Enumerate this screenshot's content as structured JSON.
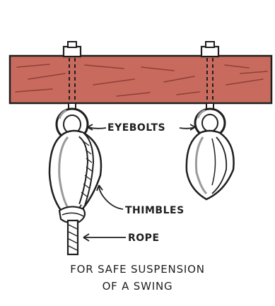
{
  "labels": {
    "eyebolts": "EYEBOLTS",
    "thimbles": "THIMBLES",
    "rope": "ROPE"
  },
  "caption": {
    "line1": "FOR SAFE SUSPENSION",
    "line2": "OF A SWING"
  },
  "colors": {
    "beam": "#c86b5e",
    "beam_grain": "#8e3f36",
    "ink": "#1f1f1f",
    "metal_shade": "#9a9a9a"
  }
}
